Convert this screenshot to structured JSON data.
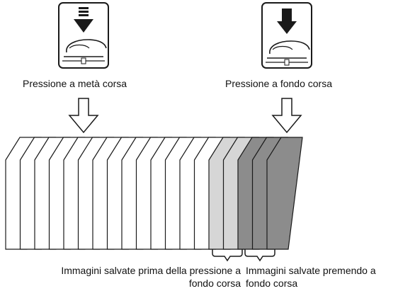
{
  "labels": {
    "half_press": "Pressione a metà corsa",
    "full_press": "Pressione a fondo corsa",
    "before_line1": "Immagini salvate prima della pressione a",
    "before_line2": "fondo corsa",
    "after_line1": "Immagini salvate premendo a",
    "after_line2": "fondo corsa"
  },
  "colors": {
    "outline": "#1a1a1a",
    "frame_blank": "#ffffff",
    "frame_light": "#d6d6d6",
    "frame_dark": "#8c8c8c"
  },
  "frames": {
    "shades": [
      "blank",
      "blank",
      "blank",
      "blank",
      "blank",
      "blank",
      "blank",
      "blank",
      "blank",
      "blank",
      "blank",
      "blank",
      "blank",
      "blank",
      "light",
      "light",
      "dark",
      "dark",
      "dark"
    ]
  },
  "icons": {
    "half_press": "shutter-half-press-icon",
    "full_press": "shutter-full-press-icon",
    "arrow": "hollow-down-arrow-icon"
  }
}
